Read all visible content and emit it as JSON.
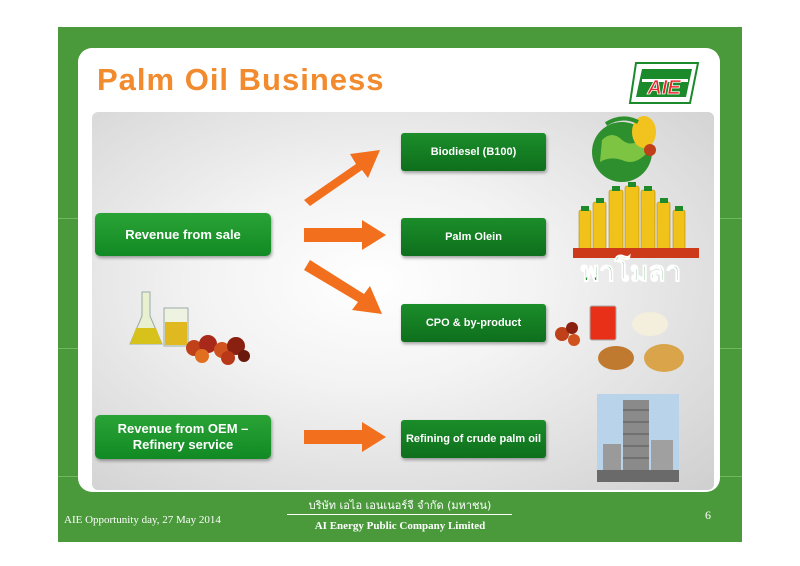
{
  "slide": {
    "title": "Palm Oil Business",
    "logo_text": "AIE",
    "page_number": "6"
  },
  "left_items": [
    {
      "label": "Revenue from sale"
    },
    {
      "label": "Revenue from OEM –\nRefinery service"
    }
  ],
  "right_items": [
    {
      "label": "Biodiesel (B100)"
    },
    {
      "label": "Palm Olein"
    },
    {
      "label": "CPO & by-product"
    },
    {
      "label": "Refining of crude palm oil"
    }
  ],
  "product_label": "พาโมลา",
  "footer": {
    "event": "AIE Opportunity day, 27 May 2014",
    "company_thai": "บริษัท เอไอ เอนเนอร์จี จำกัด (มหาชน)",
    "company_en": "AI Energy Public Company Limited"
  },
  "colors": {
    "frame_green": "#4a9a3c",
    "box_green": "#1b8d2a",
    "title_orange": "#f28a2e",
    "arrow_orange": "#f26f1e"
  }
}
